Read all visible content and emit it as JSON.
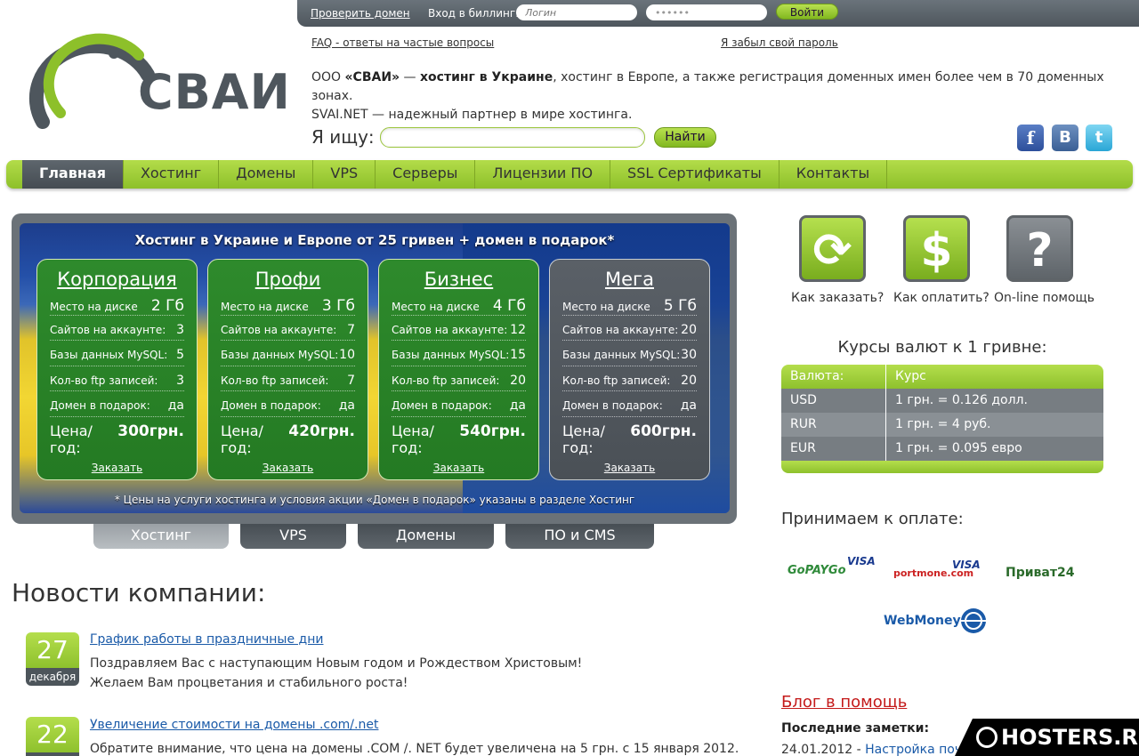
{
  "topbar": {
    "check_domain": "Проверить домен",
    "billing_label": "Вход в биллинг:",
    "login_placeholder": "Логин",
    "password_value": "••••••",
    "login_button": "Войти"
  },
  "links": {
    "faq": "FAQ - ответы на частые вопросы",
    "forgot": "Я забыл свой пароль"
  },
  "logo": {
    "text": "СВАИ"
  },
  "intro": {
    "company": "ООО ",
    "name": "«СВАИ»",
    "dash": " — ",
    "hosting": "хостинг в Украине",
    "rest": ", хостинг в Европе, а также регистрация доменных имен более чем в 70 доменных зонах.",
    "line2": "SVAI.NET — надежный партнер в мире хостинга."
  },
  "search": {
    "label": "Я ищу:",
    "button": "Найти"
  },
  "social": {
    "fb": "f",
    "vk": "B",
    "tw": "t"
  },
  "nav": [
    "Главная",
    "Хостинг",
    "Домены",
    "VPS",
    "Серверы",
    "Лицензии ПО",
    "SSL Сертификаты",
    "Контакты"
  ],
  "banner": {
    "title": "Хостинг в Украине и Европе от 25 гривен + домен в подарок*",
    "note_prefix": "* Цены на услуги хостинга и условия акции «Домен в подарок» указаны в разделе ",
    "note_link": "Хостинг",
    "row_labels": [
      "Место на диске",
      "Сайтов на аккаунте:",
      "Базы данных MySQL:",
      "Кол-во ftp записей:",
      "Домен в подарок:"
    ],
    "price_label": "Цена/год:",
    "order_label": "Заказать",
    "plans": [
      {
        "name": "Корпорация",
        "values": [
          "2 Гб",
          "3",
          "5",
          "3",
          "да"
        ],
        "price": "300грн."
      },
      {
        "name": "Профи",
        "values": [
          "3 Гб",
          "7",
          "10",
          "7",
          "да"
        ],
        "price": "420грн."
      },
      {
        "name": "Бизнес",
        "values": [
          "4 Гб",
          "12",
          "15",
          "20",
          "да"
        ],
        "price": "540грн."
      },
      {
        "name": "Мега",
        "values": [
          "5 Гб",
          "20",
          "30",
          "20",
          "да"
        ],
        "price": "600грн."
      }
    ]
  },
  "tabs": [
    "Хостинг",
    "VPS",
    "Домены",
    "ПО и CMS"
  ],
  "news": {
    "title": "Новости компании:",
    "items": [
      {
        "day": "27",
        "month": "декабря",
        "title": "График работы в праздничные дни",
        "text1": "Поздравляем Вас с наступающим Новым годом и Рождеством Христовым!",
        "text2": "Желаем Вам процветания и стабильного роста!"
      },
      {
        "day": "22",
        "month": "",
        "title": "Увеличение стоимости на домены .com/.net",
        "text1": "Обратите внимание, что цена на домены .COM /. NET будет увеличена на 5 грн. с 15 января 2012.",
        "text2": ""
      }
    ]
  },
  "help": [
    {
      "icon": "refresh-icon",
      "glyph": "⟳",
      "label": "Как заказать?"
    },
    {
      "icon": "dollar-icon",
      "glyph": "$",
      "label": "Как оплатить?"
    },
    {
      "icon": "question-icon",
      "glyph": "?",
      "label": "On-line помощь"
    }
  ],
  "rates": {
    "title": "Курсы валют к 1 гривне:",
    "header": [
      "Валюта:",
      "Курс"
    ],
    "rows": [
      [
        "USD",
        "1 грн. = 0.126 долл."
      ],
      [
        "RUR",
        "1 грн. = 4 руб."
      ],
      [
        "EUR",
        "1 грн. = 0.095 евро"
      ]
    ]
  },
  "payment": {
    "title": "Принимаем к оплате:",
    "gopay": "GoPAYGo",
    "visa1": "VISA",
    "portmone": "portmone.com",
    "visa2": "VISA",
    "privat": "Приват24",
    "webmoney": "WebMoney"
  },
  "blog": {
    "title": "Блог в помощь",
    "latest": "Последние заметки:",
    "item_date": "24.01.2012 - ",
    "item_link": "Настройка почт"
  },
  "watermark": "HOSTERS.RU",
  "colors": {
    "green": "#8dc02a",
    "dark": "#4e565d",
    "link": "#1a5aa8",
    "blog": "#c41a1a"
  }
}
